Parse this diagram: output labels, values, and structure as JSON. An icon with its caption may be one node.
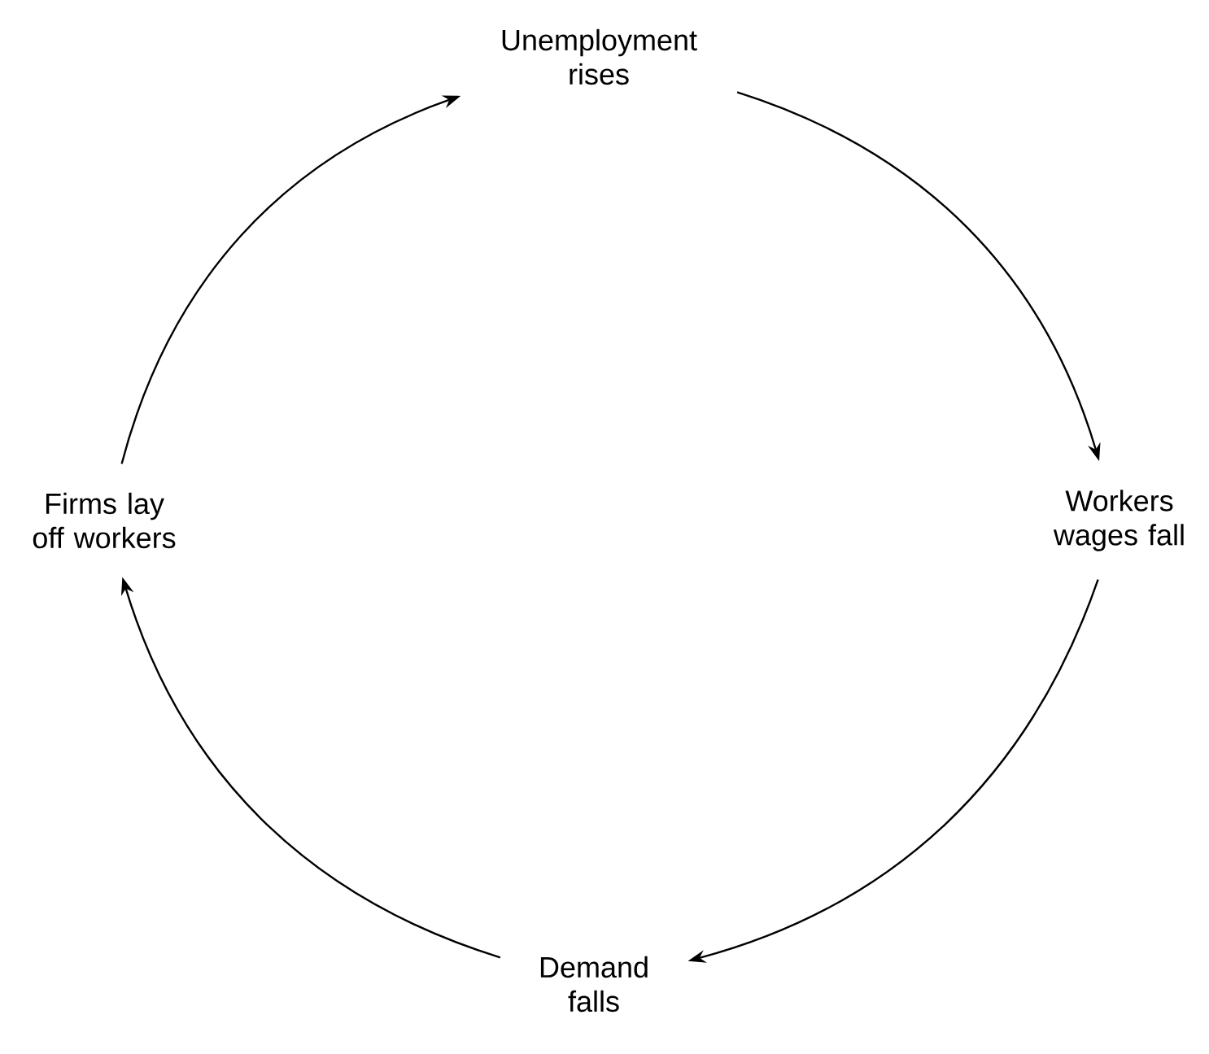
{
  "diagram": {
    "nodes": [
      {
        "text": [
          "Unemployment rises"
        ]
      },
      {
        "text": [
          "Workers wages fall"
        ]
      },
      {
        "text": [
          "Demand falls"
        ]
      },
      {
        "text": [
          "Firms lay off workers"
        ]
      }
    ],
    "edges": [
      {
        "from": 0,
        "to": 1,
        "arrow": "to"
      },
      {
        "from": 1,
        "to": 2,
        "arrow": "to"
      },
      {
        "from": 2,
        "to": 3,
        "arrow": "to"
      },
      {
        "from": 3,
        "to": 0,
        "arrow": "to"
      }
    ]
  }
}
